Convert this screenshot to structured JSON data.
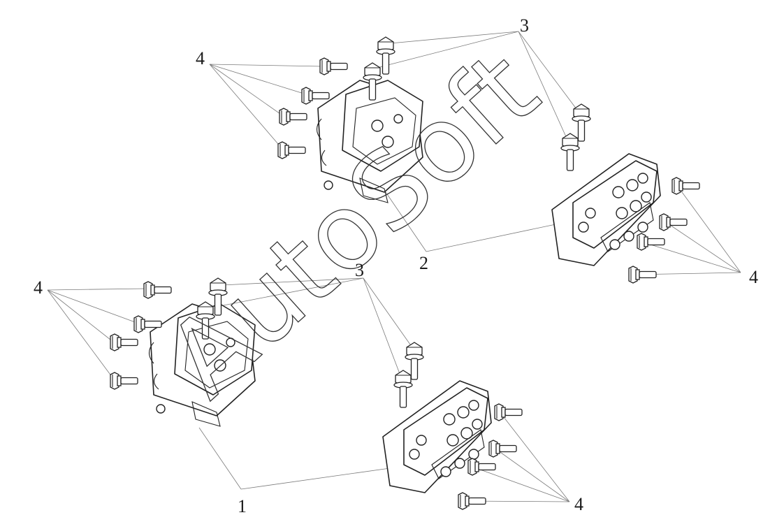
{
  "callouts": {
    "c1": "1",
    "c2": "2",
    "c3_top": "3",
    "c3_mid": "3",
    "c4_top_left": "4",
    "c4_right": "4",
    "c4_left": "4",
    "c4_bottom": "4"
  },
  "watermark": "AutoSoft",
  "colors": {
    "line": "#222222",
    "leader": "#7a7a7a",
    "background": "#ffffff"
  }
}
